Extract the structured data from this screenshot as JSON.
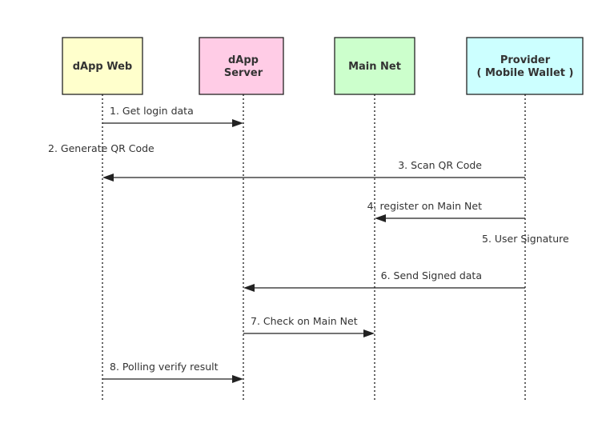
{
  "actors": [
    {
      "id": "dapp-web",
      "lines": [
        "dApp Web"
      ],
      "fill": "#ffffcc"
    },
    {
      "id": "dapp-server",
      "lines": [
        "dApp",
        "Server"
      ],
      "fill": "#ffcce6"
    },
    {
      "id": "main-net",
      "lines": [
        "Main Net"
      ],
      "fill": "#ccffcc"
    },
    {
      "id": "provider",
      "lines": [
        "Provider",
        "( Mobile Wallet )"
      ],
      "fill": "#ccffff"
    }
  ],
  "messages": [
    {
      "label": "1. Get login data",
      "from": "dapp-web",
      "to": "dapp-server"
    },
    {
      "label": "2. Generate QR Code",
      "self": "dapp-web"
    },
    {
      "label": "3. Scan QR Code",
      "from": "provider",
      "to": "dapp-web"
    },
    {
      "label": "4. register on Main Net",
      "from": "provider",
      "to": "main-net"
    },
    {
      "label": "5. User Signature",
      "self": "provider"
    },
    {
      "label": "6. Send Signed data",
      "from": "provider",
      "to": "dapp-server"
    },
    {
      "label": "7. Check on Main Net",
      "from": "dapp-server",
      "to": "main-net"
    },
    {
      "label": "8. Polling verify result",
      "from": "dapp-web",
      "to": "dapp-server"
    }
  ]
}
